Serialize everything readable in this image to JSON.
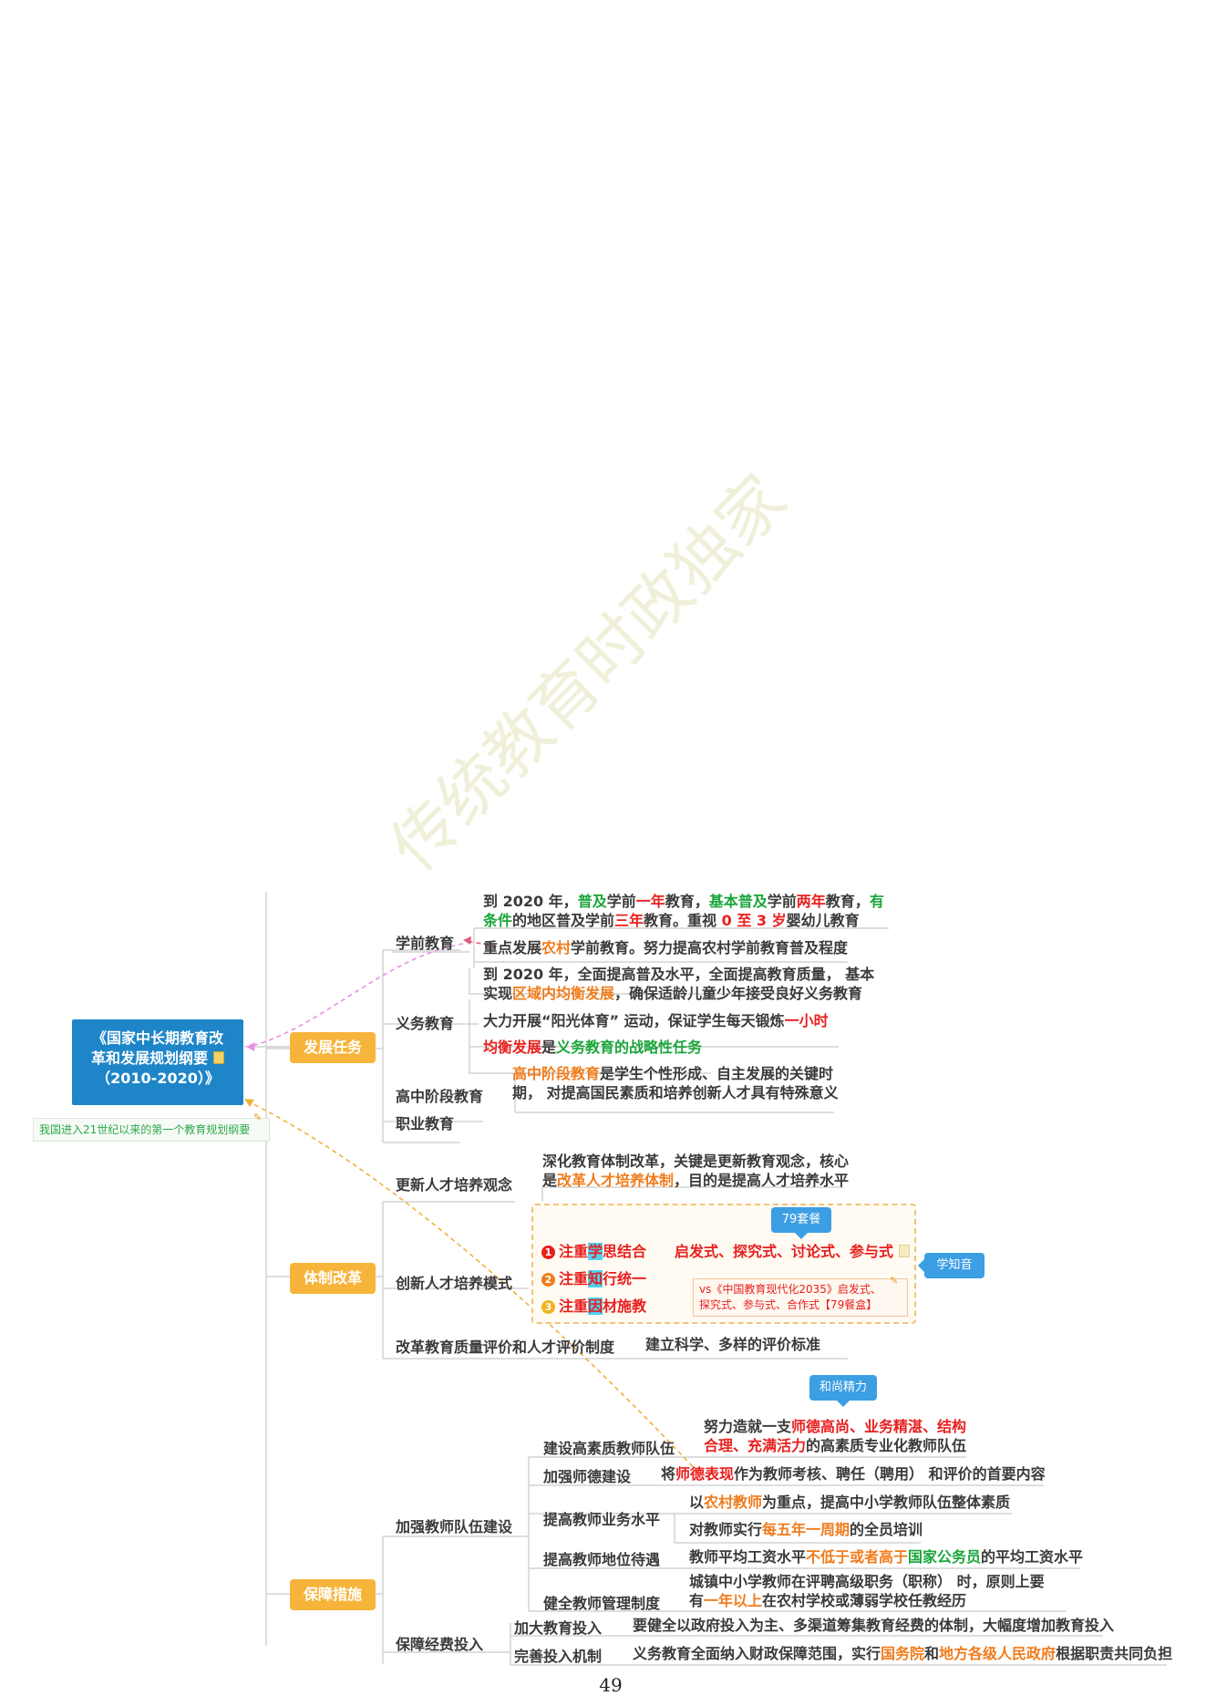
{
  "watermark": "传统教育时政独家",
  "page_number": "49",
  "root": {
    "line1": "《国家中长期教育改",
    "line2": "革和发展规划纲要",
    "line3": "（2010-2020）》",
    "note": "我国进入21世纪以来的第一个教育规划纲要"
  },
  "branches": {
    "dev": "发展任务",
    "reform": "体制改革",
    "guarantee": "保障措施"
  },
  "dev": {
    "preschool": {
      "label": "学前教育",
      "t1": [
        "到 2020 年，",
        "普及",
        "学前",
        "一年",
        "教育，",
        "基本普及",
        "学前",
        "两年",
        "教育，",
        "有"
      ],
      "t2": [
        "条件",
        "的地区普及学前",
        "三年",
        "教育。重视 ",
        "0 至 3 岁",
        "婴幼儿教育"
      ],
      "t3": [
        "重点发展",
        "农村",
        "学前教育。努力提高农村学前教育普及程度"
      ]
    },
    "compulsory": {
      "label": "义务教育",
      "t1a": "到 2020 年，全面提高普及水平，全面提高教育质量， 基本",
      "t1b": [
        "实现",
        "区域内均衡发展",
        "，确保适龄儿童少年接受良好义务教育"
      ],
      "t2": [
        "大力开展“阳光体育” 运动，保证学生每天锻炼",
        "一小时"
      ],
      "t3": [
        "均衡发展",
        "是",
        "义务教育的战略性任务"
      ]
    },
    "high": {
      "label": "高中阶段教育",
      "t1": [
        "高中阶段教育",
        "是学生个性形成、自主发展的关键时"
      ],
      "t2": "期， 对提高国民素质和培养创新人才具有特殊意义"
    },
    "vocational": {
      "label": "职业教育"
    }
  },
  "reform": {
    "concept": {
      "label": "更新人才培养观念",
      "t1": "深化教育体制改革，关键是更新教育观念，核心",
      "t2": [
        "是",
        "改革人才培养体制",
        "，目的是提高人才培养水平"
      ]
    },
    "mode": {
      "label": "创新人才培养模式",
      "callout": "79套餐",
      "items": [
        {
          "num": "1",
          "pre": "注重",
          "hl": "学",
          "post": "思结合"
        },
        {
          "num": "2",
          "pre": "注重",
          "hl": "知",
          "post": "行统一"
        },
        {
          "num": "3",
          "pre": "注重",
          "hl": "因",
          "post": "材施教"
        }
      ],
      "methods": "启发式、探究式、讨论式、参与式",
      "note1": "vs《中国教育现代化2035》启发式、",
      "note2": "探究式、参与式、合作式【79餐盒】",
      "side_callout": "学知音"
    },
    "eval": {
      "label": "改革教育质量评价和人才评价制度",
      "t": "建立科学、多样的评价标准"
    }
  },
  "guarantee": {
    "team": {
      "label": "加强教师队伍建设",
      "callout": "和尚精力",
      "high": {
        "label": "建设高素质教师队伍",
        "t1": [
          "努力造就一支",
          "师德高尚、业务精湛、结构"
        ],
        "t2": [
          "合理、充满活力",
          "的高素质专业化教师队伍"
        ]
      },
      "ethics": {
        "label": "加强师德建设",
        "t": [
          "将",
          "师德表现",
          "作为教师考核、聘任（聘用） 和评价的首要内容"
        ]
      },
      "level": {
        "label": "提高教师业务水平",
        "t1": [
          "以",
          "农村教师",
          "为重点，提高中小学教师队伍整体素质"
        ],
        "t2": [
          "对教师实行",
          "每五年一周期",
          "的全员培训"
        ]
      },
      "status": {
        "label": "提高教师地位待遇",
        "t": [
          "教师平均工资水平",
          "不低于或者高于",
          "国家公务员",
          "的平均工资水平"
        ]
      },
      "manage": {
        "label": "健全教师管理制度",
        "t1": "城镇中小学教师在评聘高级职务（职称） 时，原则上要",
        "t2": [
          "有",
          "一年以上",
          "在农村学校或薄弱学校任教经历"
        ]
      }
    },
    "funding": {
      "label": "保障经费投入",
      "increase": {
        "label": "加大教育投入",
        "t": "要健全以政府投入为主、多渠道筹集教育经费的体制，大幅度增加教育投入"
      },
      "mechanism": {
        "label": "完善投入机制",
        "t": [
          "义务教育全面纳入财政保障范围，实行",
          "国务院",
          "和",
          "地方各级人民政府",
          "根据职责共同负担"
        ]
      }
    }
  },
  "colors": {
    "root": "#1e86c8",
    "branch": "#f7b43a",
    "red": "#e8201f",
    "green": "#1aa53a",
    "orange": "#f07c1c",
    "callout": "#3c9ee3"
  }
}
